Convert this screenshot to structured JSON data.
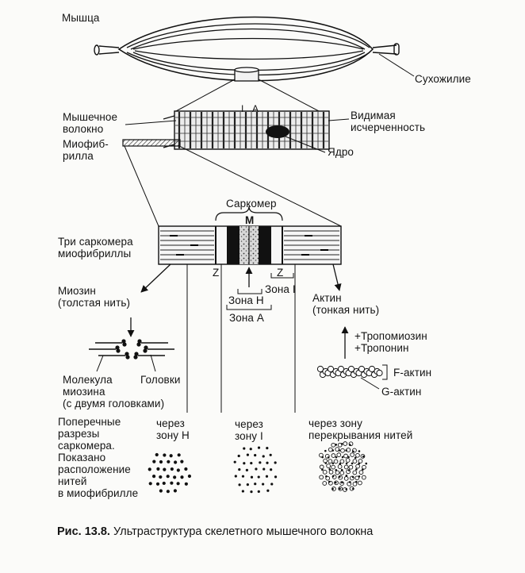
{
  "labels": {
    "muscle": "Мышца",
    "tendon": "Сухожилие",
    "muscle_fiber": "Мышечное\nволокно",
    "visible_striation": "Видимая\nисчерченность",
    "myofibril": "Миофиб-\nрилла",
    "nucleus": "Ядро",
    "band_i": "I",
    "band_a": "A",
    "sarcomere": "Саркомер",
    "m_line": "M",
    "three_sarcomeres": "Три саркомера\nмиофибриллы",
    "z_left": "Z",
    "z_right": "Z",
    "zone_h": "Зона H",
    "zone_i": "Зона I",
    "zone_a": "Зона A",
    "myosin": "Миозин\n(толстая нить)",
    "actin": "Актин\n(тонкая нить)",
    "tropomyosin": "+Тропомиозин\n+Тропонин",
    "f_actin": "F-актин",
    "g_actin": "G-актин",
    "myosin_molecule": "Молекула\nмиозина\n(с двумя головками)",
    "heads": "Головки",
    "cross_sections": "Поперечные\nразрезы\nсаркомера.\nПоказано\nрасположение\nнитей\nв миофибрилле",
    "through_zone_h": "через\nзону H",
    "through_zone_i": "через\nзону I",
    "through_overlap": "через зону\nперекрывания нитей"
  },
  "caption": {
    "number": "Рис. 13.8.",
    "text": " Ультраструктура скелетного мышечного волокна"
  }
}
